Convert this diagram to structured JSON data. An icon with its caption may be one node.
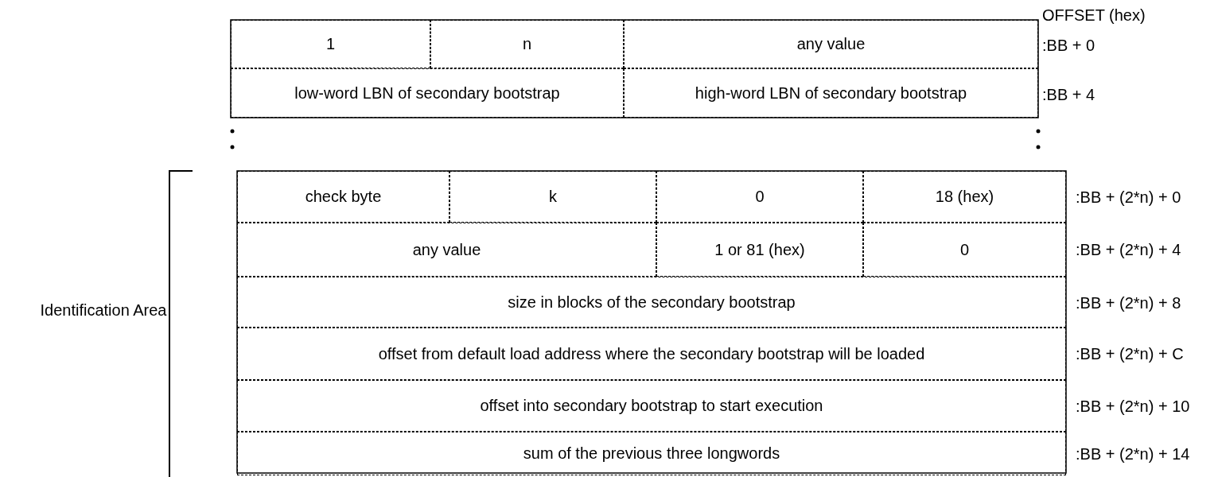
{
  "diagram": {
    "labels": [
      "OFFSET (hex)",
      "1",
      "n",
      "any value",
      ":BB + 0",
      "low-word LBN of secondary bootstrap",
      "high-word LBN of secondary bootstrap",
      ":BB + 4",
      "check byte",
      "k",
      "0",
      "18 (hex)",
      ":BB + (2*n) + 0",
      "any value",
      "1 or 81 (hex)",
      "0",
      ":BB + (2*n) + 4",
      "Identification Area",
      "size in blocks of the secondary bootstrap",
      ":BB + (2*n) + 8",
      "offset from default load address where the secondary bootstrap will be loaded",
      ":BB + (2*n) + C",
      "offset into secondary bootstrap to start execution",
      ":BB + (2*n) + 10",
      "sum of the previous three longwords",
      ":BB + (2*n) + 14"
    ]
  }
}
